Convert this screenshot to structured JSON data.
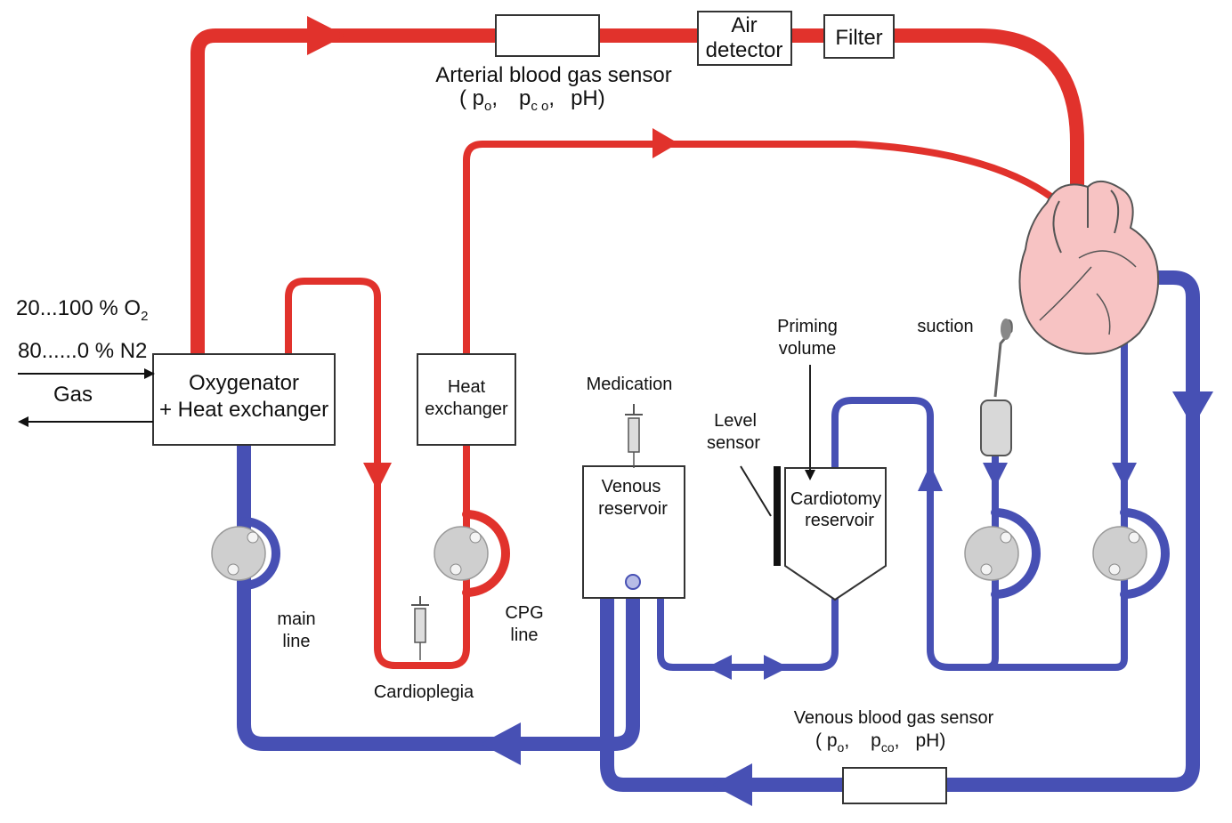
{
  "labels": {
    "arterial_sensor": "Arterial blood gas sensor",
    "arterial_sensor_sub": "( p",
    "arterial_sensor_o": "o",
    "arterial_sensor_pc": "p",
    "arterial_sensor_co": "c o",
    "arterial_sensor_ph": "pH)",
    "air_detector_1": "Air",
    "air_detector_2": "detector",
    "filter": "Filter",
    "o2_main": "20...100 % O",
    "o2_sub": "2",
    "n2": "80......0 % N2",
    "gas": "Gas",
    "oxygenator_1": "Oxygenator",
    "oxygenator_2": "+ Heat exchanger",
    "heat_exchanger_1": "Heat",
    "heat_exchanger_2": "exchanger",
    "medication": "Medication",
    "venous_reservoir_1": "Venous",
    "venous_reservoir_2": "reservoir",
    "level_sensor_1": "Level",
    "level_sensor_2": "sensor",
    "priming_1": "Priming",
    "priming_2": "volume",
    "suction": "suction",
    "cardiotomy_1": "Cardiotomy",
    "cardiotomy_2": "reservoir",
    "main_line_1": "main",
    "main_line_2": "line",
    "cpg_line_1": "CPG",
    "cpg_line_2": "line",
    "cardioplegia": "Cardioplegia",
    "venous_sensor": "Venous blood gas sensor",
    "venous_sensor_sub": "( p",
    "venous_sensor_o": "o",
    "venous_sensor_pc": "p",
    "venous_sensor_co": "co",
    "venous_sensor_ph": "pH)"
  },
  "colors": {
    "arterial": "#e1322c",
    "venous": "#4750b4",
    "heart": "#f7c3c3"
  }
}
